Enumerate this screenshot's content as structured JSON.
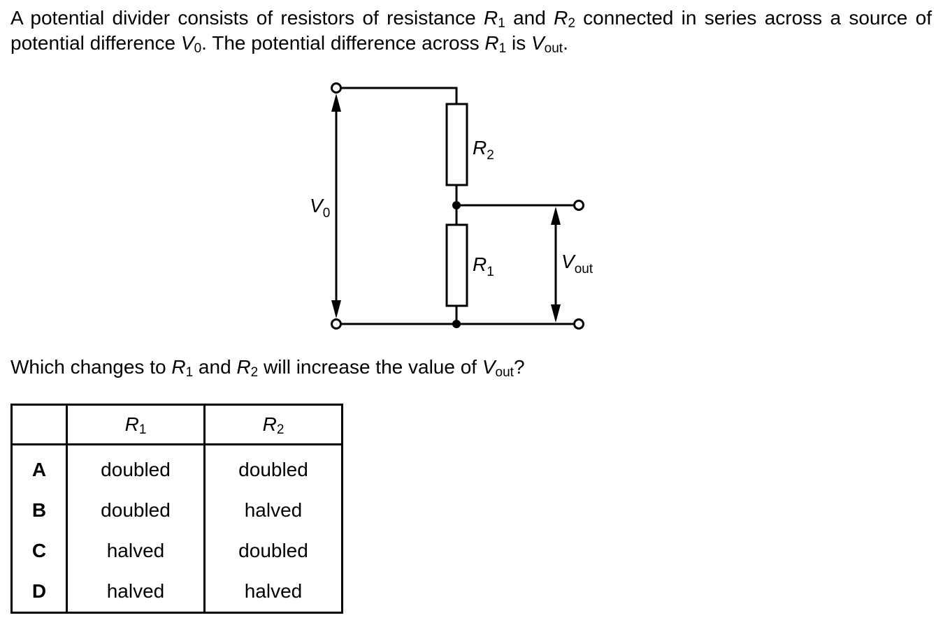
{
  "intro": {
    "part1": "A potential divider consists of resistors of resistance ",
    "r1_sym": "R",
    "r1_sub": "1",
    "part2": " and ",
    "r2_sym": "R",
    "r2_sub": "2",
    "part3": " connected in series across a source of potential difference ",
    "v0_sym": "V",
    "v0_sub": "0",
    "part4": ". The potential difference across ",
    "r1b_sym": "R",
    "r1b_sub": "1",
    "part5": " is ",
    "vout_sym": "V",
    "vout_sub": "out",
    "part6": "."
  },
  "circuit": {
    "r2_label": "R",
    "r2_sub": "2",
    "r1_label": "R",
    "r1_sub": "1",
    "v0_label": "V",
    "v0_sub": "0",
    "vout_label": "V",
    "vout_sub": "out"
  },
  "question": {
    "part1": "Which changes to ",
    "r1_sym": "R",
    "r1_sub": "1",
    "part2": " and ",
    "r2_sym": "R",
    "r2_sub": "2",
    "part3": " will increase the value of ",
    "vout_sym": "V",
    "vout_sub": "out",
    "part4": "?"
  },
  "table": {
    "header_r1_sym": "R",
    "header_r1_sub": "1",
    "header_r2_sym": "R",
    "header_r2_sub": "2",
    "rows": [
      {
        "key": "A",
        "r1": "doubled",
        "r2": "doubled"
      },
      {
        "key": "B",
        "r1": "doubled",
        "r2": "halved"
      },
      {
        "key": "C",
        "r1": "halved",
        "r2": "doubled"
      },
      {
        "key": "D",
        "r1": "halved",
        "r2": "halved"
      }
    ]
  }
}
